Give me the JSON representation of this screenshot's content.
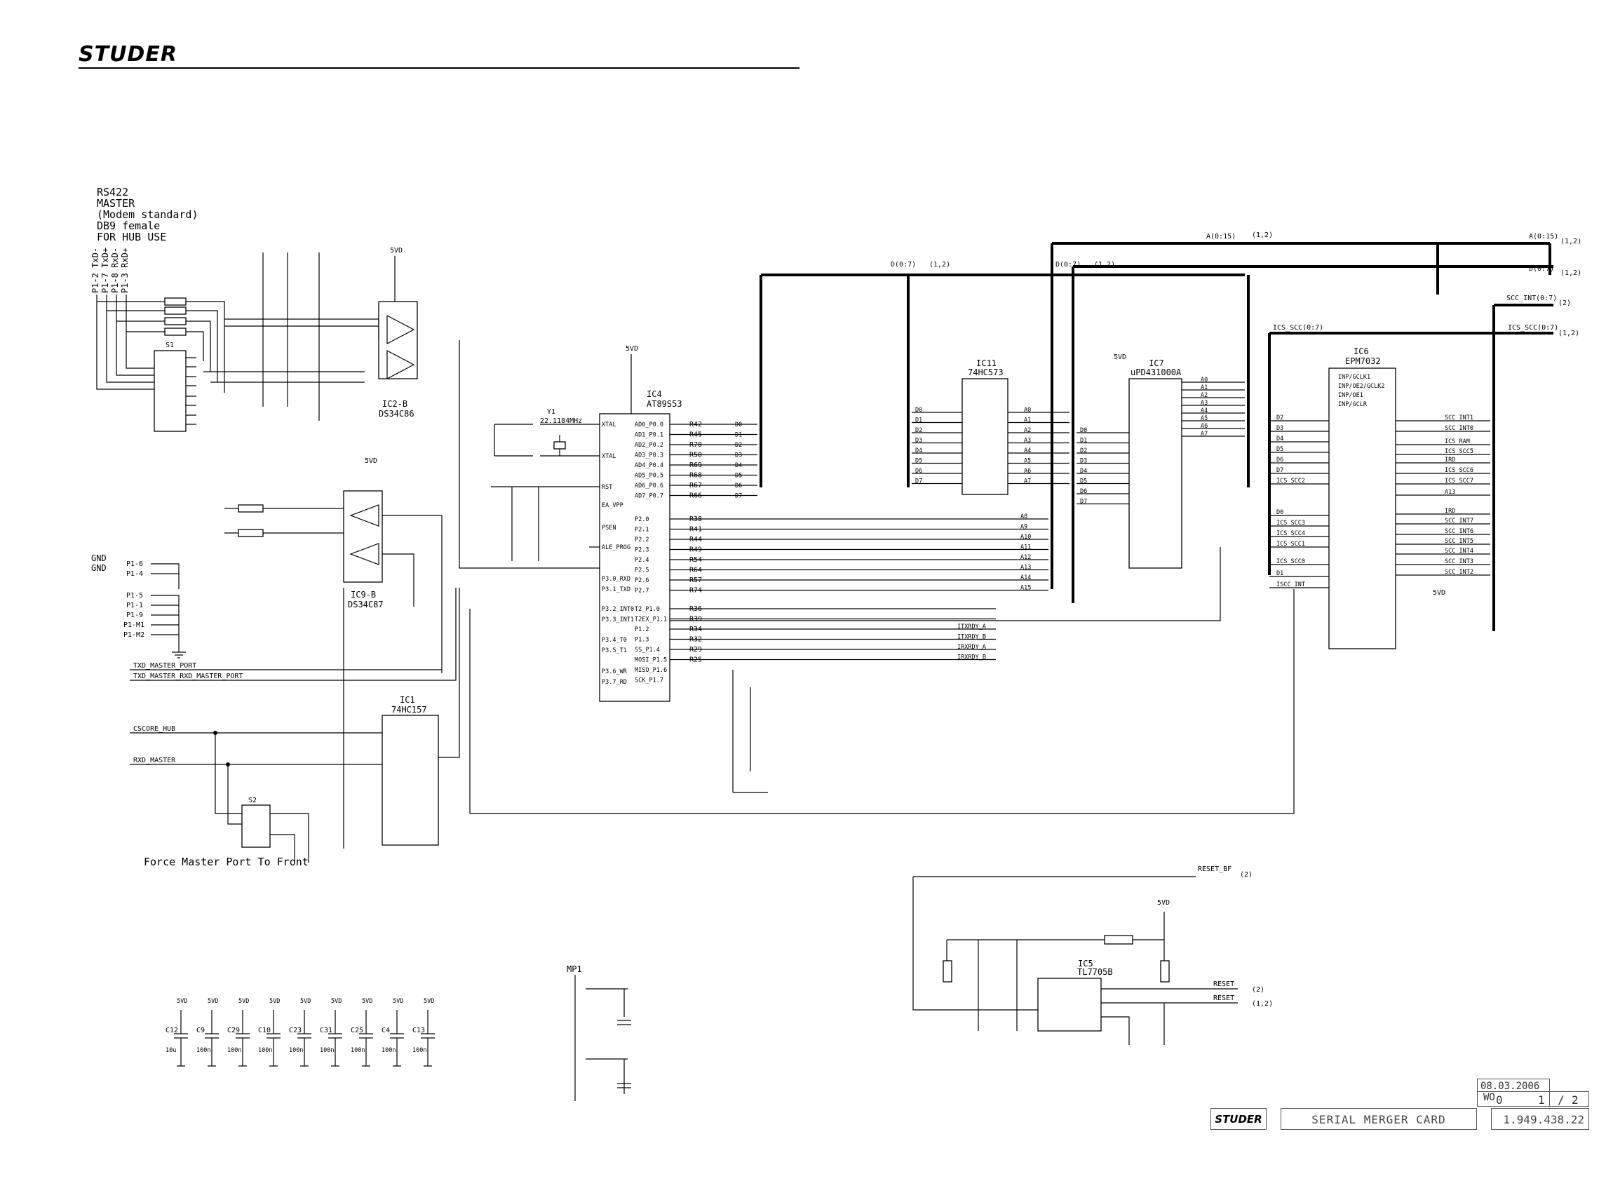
{
  "header": {
    "logo": "STUDER"
  },
  "connector_block": {
    "lines": [
      "RS422",
      "MASTER",
      "(Modem standard)",
      "DB9 female",
      "FOR HUB USE"
    ]
  },
  "pins_vertical": [
    "P1-2 TxD-",
    "P1-7 TxD+",
    "P1-8 RxD-",
    "P1-3 RxD+"
  ],
  "gnd_labels": [
    "GND",
    "GND"
  ],
  "gnd_pins": [
    "P1-6",
    "P1-4",
    "P1-5",
    "P1-1",
    "P1-9",
    "P1-M1",
    "P1-M2"
  ],
  "switch_caption": "Force Master Port To Front",
  "ics": {
    "ic2b": {
      "name": "IC2-B",
      "part": "DS34C86"
    },
    "ic9b": {
      "name": "IC9-B",
      "part": "DS34C87"
    },
    "ic1": {
      "name": "IC1",
      "part": "74HC157"
    },
    "ic4": {
      "name": "IC4",
      "part": "AT89S53"
    },
    "ic11": {
      "name": "IC11",
      "part": "74HC573"
    },
    "ic7": {
      "name": "IC7",
      "part": "uPD431000A"
    },
    "ic6": {
      "name": "IC6",
      "part": "EPM7032"
    },
    "ic5": {
      "name": "IC5",
      "part": "TL7705B"
    }
  },
  "buses": {
    "a_bus": "A(0:15)",
    "a_bus_ref": "(1,2)",
    "d_bus": "D(0:7)",
    "d_bus_ref": "(1,2)",
    "scc_int": "SCC_INT(0:7)",
    "scc_int_ref": "(2)",
    "ics_scc": "ICS_SCC(0:7)",
    "ics_scc_ref": "(1,2)"
  },
  "ports": {
    "txd_master": "TXD_MASTER_PORT",
    "txd_rxd_master": "TXD_MASTER_RXD_MASTER_PORT",
    "cscore_hub": "CSCORE_HUB",
    "rxd_master": "RXD_MASTER",
    "reset_bf": "RESET_BF",
    "reset1": "RESET",
    "reset2": "RESET",
    "ref2": "(2)",
    "ref12": "(1,2)"
  },
  "ic4_pins_left": [
    "XTAL",
    "XTAL",
    "RST",
    "EA_VPP",
    "PSEN",
    "ALE_PROG",
    "P3.0_RXD",
    "P3.1_TXD",
    "P3.2_INT0",
    "P3.3_INT1",
    "P3.4_T0",
    "P3.5_T1",
    "P3.6_WR",
    "P3.7_RD"
  ],
  "ic4_pins_right": [
    "AD0_P0.0",
    "AD1_P0.1",
    "AD2_P0.2",
    "AD3_P0.3",
    "AD4_P0.4",
    "AD5_P0.5",
    "AD6_P0.6",
    "AD7_P0.7",
    "P2.0",
    "P2.1",
    "P2.2",
    "P2.3",
    "P2.4",
    "P2.5",
    "P2.6",
    "P2.7",
    "T2_P1.0",
    "T2EX_P1.1",
    "P1.2",
    "P1.3",
    "SS_P1.4",
    "MOSI_P1.5",
    "MISO_P1.6",
    "SCK_P1.7"
  ],
  "resistors_d": [
    "R42",
    "R45",
    "R70",
    "R50",
    "R69",
    "R68",
    "R67",
    "R66"
  ],
  "resistors_a": [
    "R38",
    "R41",
    "R44",
    "R49",
    "R54",
    "R64",
    "R57",
    "R74"
  ],
  "resistors_p1": [
    "R36",
    "R39",
    "R34",
    "R32",
    "R29",
    "R25"
  ],
  "p1_signals": [
    "ITXRDY_A",
    "ITXRDY_B",
    "IRXRDY_A",
    "IRXRDY_B"
  ],
  "d_signals": [
    "D0",
    "D1",
    "D2",
    "D3",
    "D4",
    "D5",
    "D6",
    "D7"
  ],
  "a_low": [
    "A0",
    "A1",
    "A2",
    "A3",
    "A4",
    "A5",
    "A6",
    "A7"
  ],
  "a_high": [
    "A8",
    "A9",
    "A10",
    "A11",
    "A12",
    "A13",
    "A14",
    "A15"
  ],
  "ic6_right": [
    "SCC_INT1",
    "SCC_INT0",
    "ICS_RAM",
    "ICS_SCC5",
    "IRD",
    "ICS_SCC6",
    "ICS_SCC7",
    "A13",
    "IRD",
    "SCC_INT7",
    "SCC_INT6",
    "SCC_INT5",
    "SCC_INT4",
    "SCC_INT3",
    "SCC_INT2"
  ],
  "ic6_left": [
    "D2",
    "D3",
    "D4",
    "D5",
    "D6",
    "D7",
    "ICS_SCC2",
    "D0",
    "ICS_SCC3",
    "ICS_SCC4",
    "ICS_SCC1",
    "ICS_SCC0",
    "D1",
    "ISCC_INT"
  ],
  "ic6_top": [
    "INP/GCLK1",
    "INP/OE2/GCLK2",
    "INP/OE1",
    "INP/GCLR"
  ],
  "caps_row": [
    {
      "ref": "C12",
      "val": "10u"
    },
    {
      "ref": "C9",
      "val": "100n"
    },
    {
      "ref": "C29",
      "val": "100n"
    },
    {
      "ref": "C10",
      "val": "100n"
    },
    {
      "ref": "C23",
      "val": "100n"
    },
    {
      "ref": "C31",
      "val": "100n"
    },
    {
      "ref": "C25",
      "val": "100n"
    },
    {
      "ref": "C4",
      "val": "100n"
    },
    {
      "ref": "C13",
      "val": "100n"
    }
  ],
  "supply": "5VD",
  "crystal": {
    "ref": "Y1",
    "freq": "22.1184MHz"
  },
  "title_block": {
    "date": "08.03.2006",
    "initials": "WO",
    "index": "0",
    "sheet": "1",
    "sheet_sep": "/",
    "sheets": "2",
    "logo": "STUDER",
    "title": "SERIAL MERGER CARD",
    "number": "1.949.438.22"
  }
}
